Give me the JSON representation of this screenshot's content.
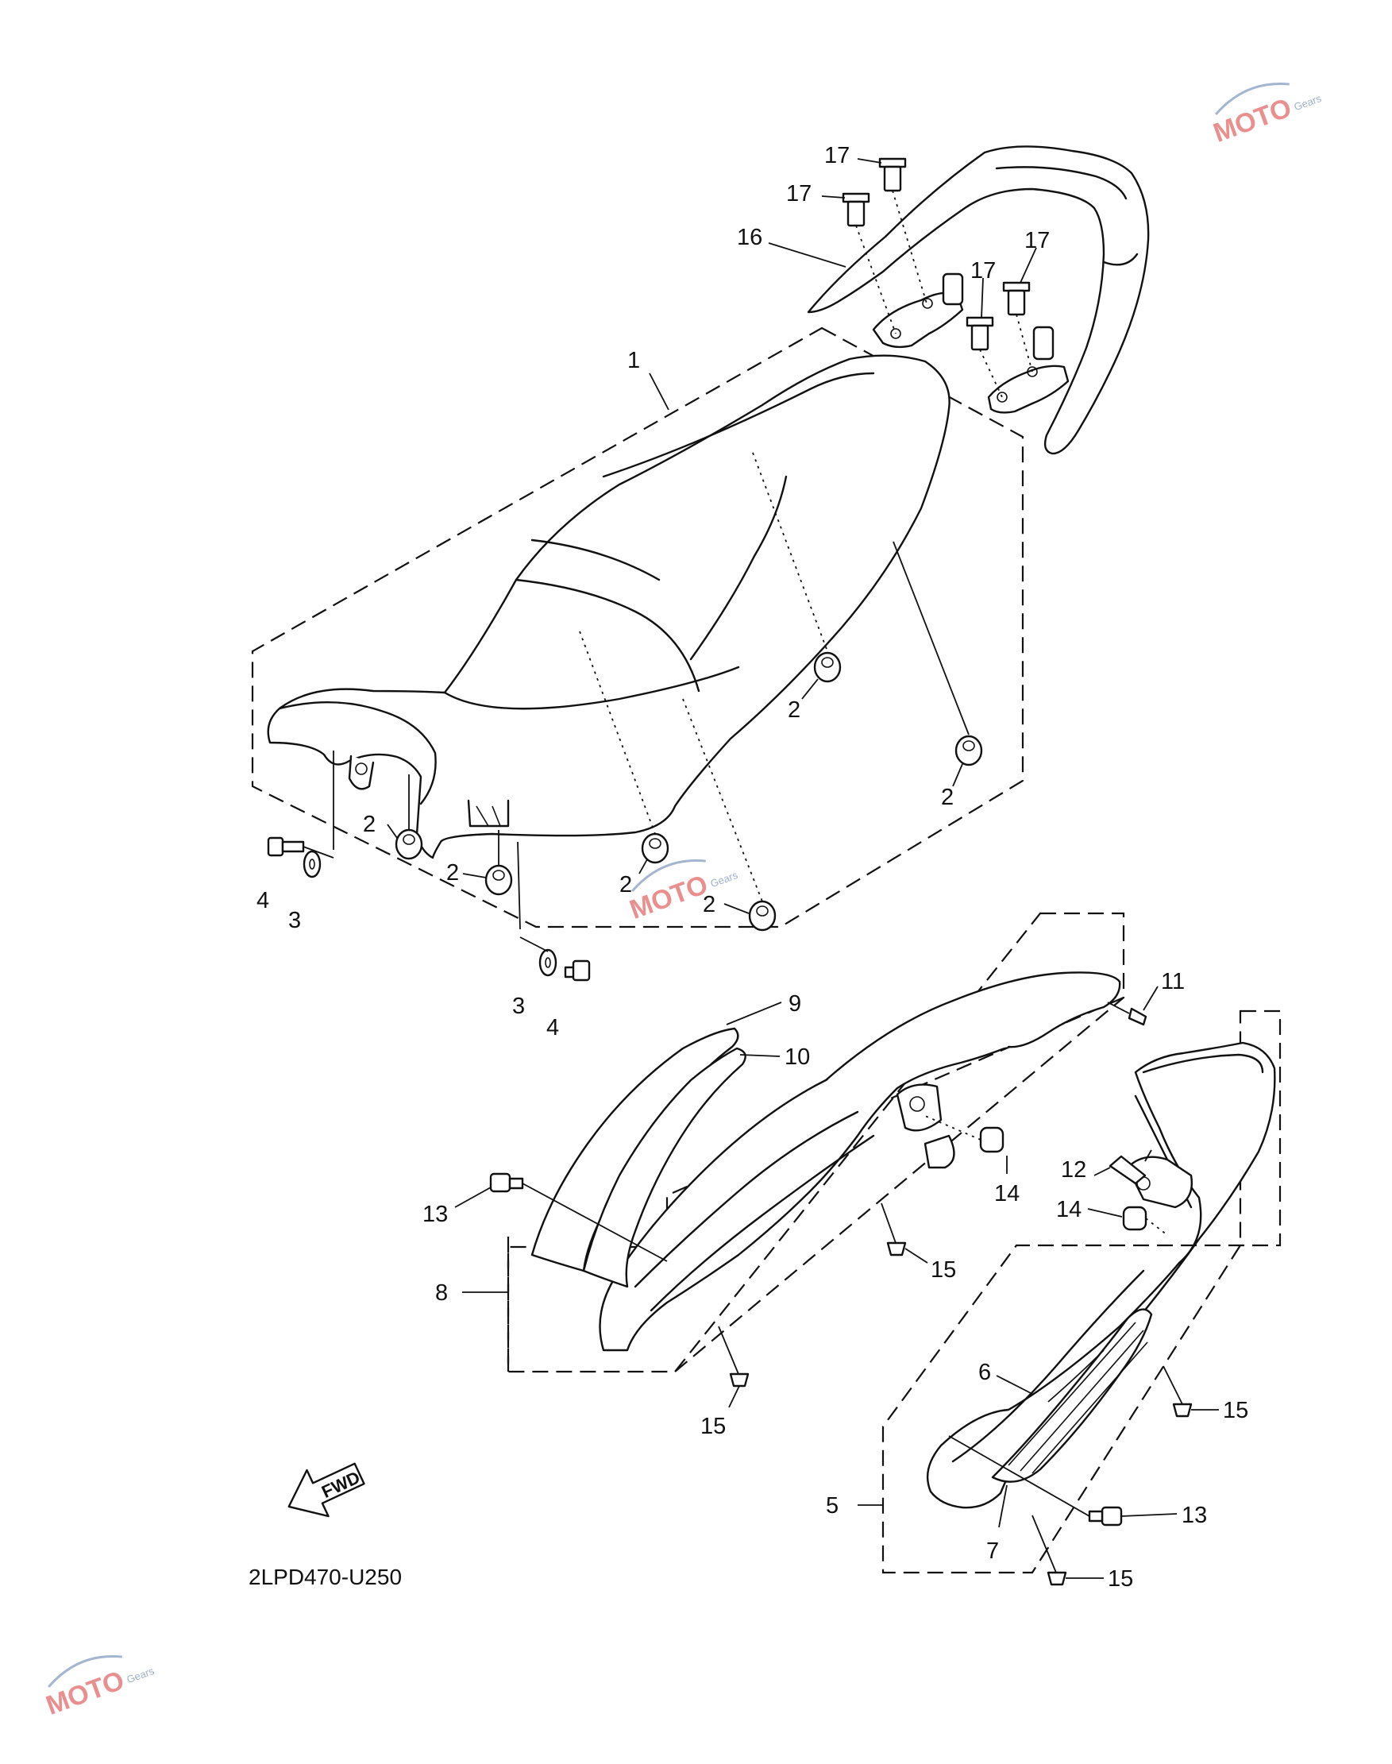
{
  "diagram": {
    "code": "2LPD470-U250",
    "fwd_label": "FWD",
    "callouts": {
      "c1": "1",
      "c2a": "2",
      "c2b": "2",
      "c2c": "2",
      "c2d": "2",
      "c2e": "2",
      "c2f": "2",
      "c3a": "3",
      "c3b": "3",
      "c4a": "4",
      "c4b": "4",
      "c5": "5",
      "c6": "6",
      "c7": "7",
      "c8": "8",
      "c9": "9",
      "c10": "10",
      "c11": "11",
      "c12": "12",
      "c13a": "13",
      "c13b": "13",
      "c14a": "14",
      "c14b": "14",
      "c15a": "15",
      "c15b": "15",
      "c15c": "15",
      "c15d": "15",
      "c16": "16",
      "c17a": "17",
      "c17b": "17",
      "c17c": "17",
      "c17d": "17"
    }
  },
  "watermark": {
    "logo_text": "MOTO",
    "sub_text": "Gears",
    "color": "#e46a6a"
  }
}
